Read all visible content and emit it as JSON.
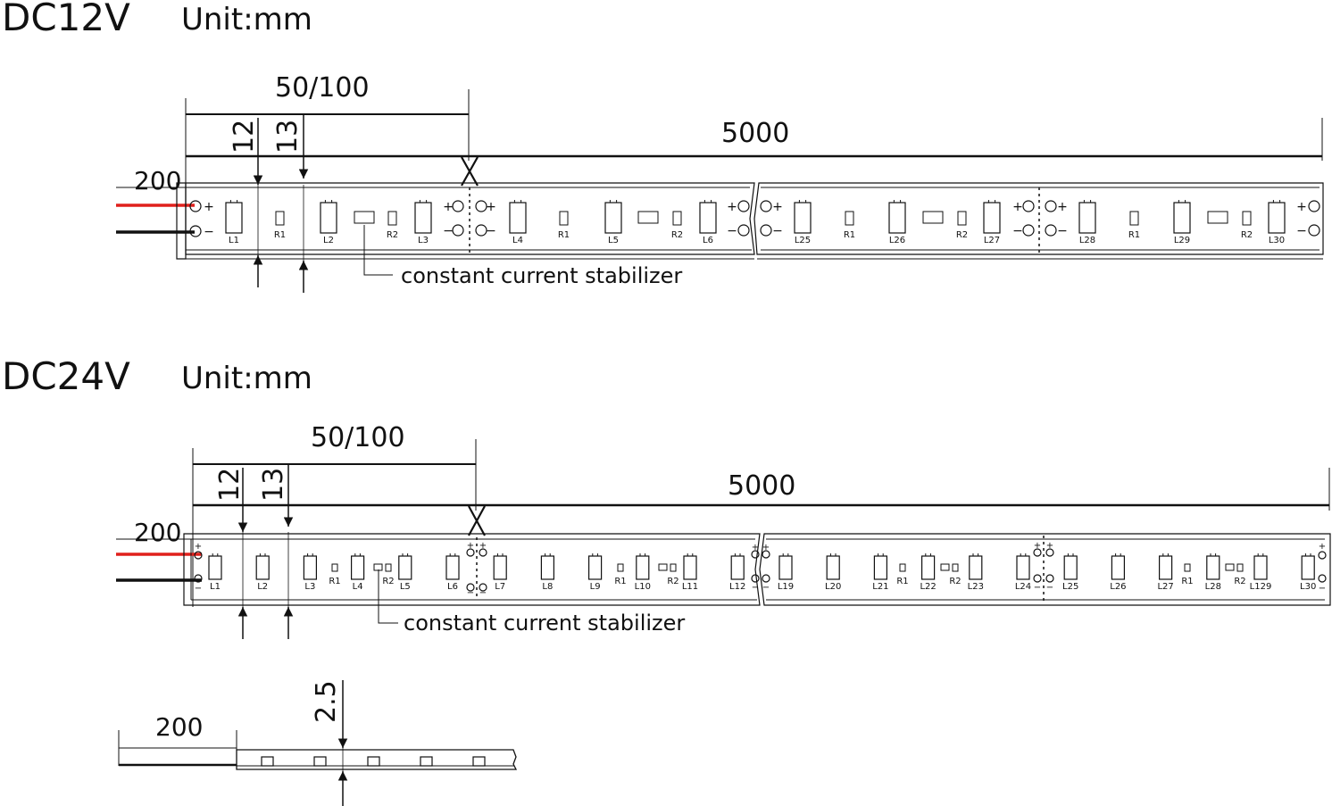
{
  "sections": [
    {
      "title": "DC12V",
      "unit": "Unit:mm",
      "dims": {
        "cut_segment": "50/100",
        "total_length": "5000",
        "wire_length": "200",
        "pitch_a": "12",
        "pitch_b": "13"
      },
      "annotation": "constant current stabilizer",
      "led_labels_left": [
        "L1",
        "L2",
        "L3",
        "L4",
        "L5",
        "L6"
      ],
      "led_labels_right": [
        "L25",
        "L26",
        "L27",
        "L28",
        "L29",
        "L30"
      ],
      "resistor_labels": [
        "R1",
        "R2"
      ],
      "pad_plus": "+",
      "pad_minus": "−"
    },
    {
      "title": "DC24V",
      "unit": "Unit:mm",
      "dims": {
        "cut_segment": "50/100",
        "total_length": "5000",
        "wire_length": "200",
        "pitch_a": "12",
        "pitch_b": "13"
      },
      "annotation": "constant current stabilizer",
      "led_labels_left": [
        "L1",
        "L2",
        "L3",
        "L4",
        "L5",
        "L6",
        "L7",
        "L8",
        "L9",
        "L10",
        "L11",
        "L12"
      ],
      "led_labels_right": [
        "L19",
        "L20",
        "L21",
        "L22",
        "L23",
        "L24",
        "L25",
        "L26",
        "L27",
        "L28",
        "L129",
        "L30"
      ],
      "resistor_labels": [
        "R1",
        "R2"
      ],
      "pad_plus": "+",
      "pad_minus": "−"
    }
  ],
  "side_view": {
    "wire_length": "200",
    "thickness": "2.5"
  },
  "colors": {
    "wire_positive": "#e0201c",
    "wire_negative": "#111111",
    "ink": "#111111"
  }
}
